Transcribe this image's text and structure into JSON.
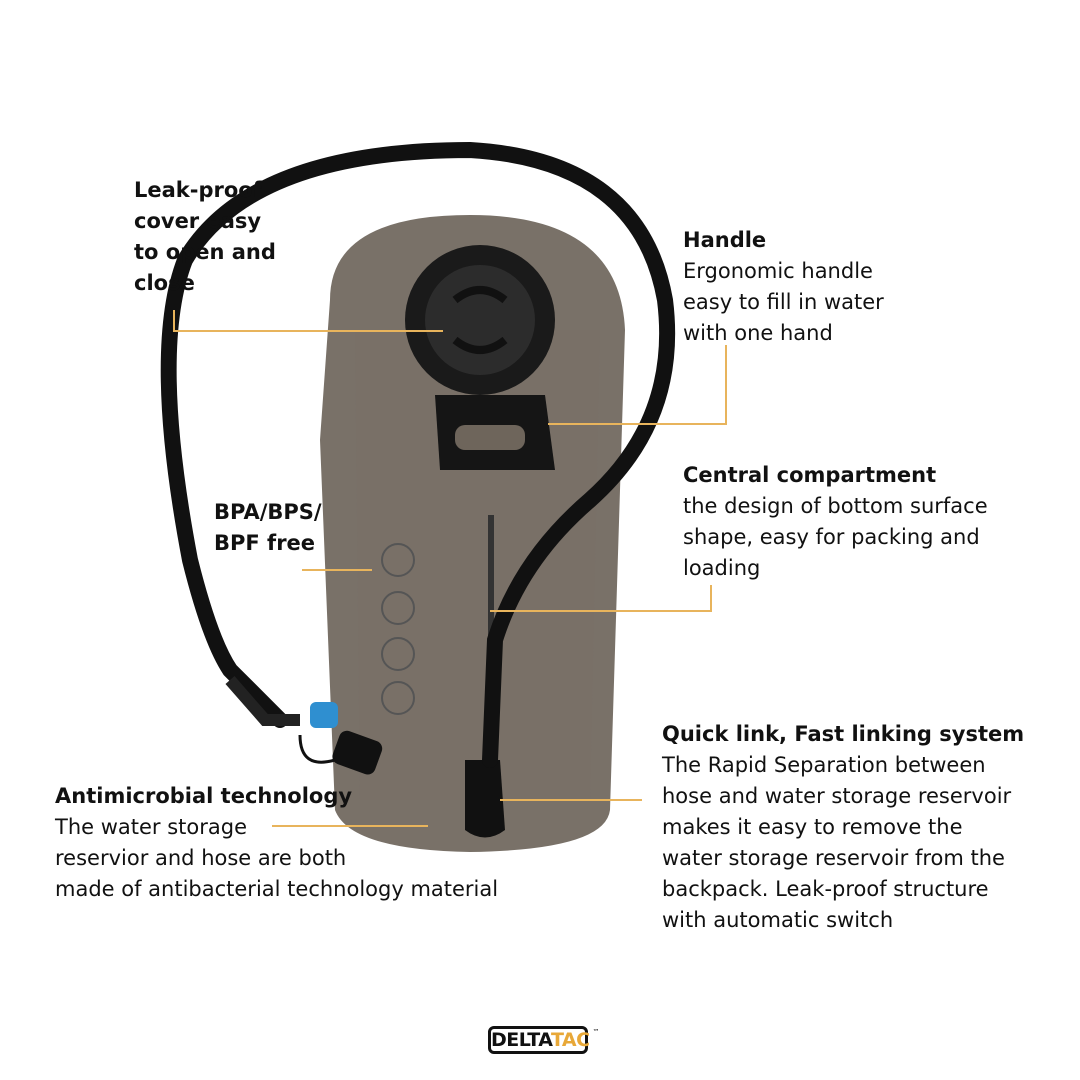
{
  "features": [
    {
      "title": "Leak-proof cover easy to open and close",
      "desc": ""
    },
    {
      "title": "Handle",
      "desc": "Ergonomic handle\neasy to fill in water\nwith one hand"
    },
    {
      "title": "Central compartment",
      "desc": "the design of bottom surface\nshape, easy for packing and\nloading"
    },
    {
      "title": "BPA/BPS/ BPF free",
      "desc": ""
    },
    {
      "title": "Quick link, Fast linking system",
      "desc": "The Rapid Separation between\nhose and water storage reservoir\nmakes it easy to remove the\nwater storage reservoir from the\nbackpack. Leak-proof structure\nwith automatic switch"
    },
    {
      "title": "Antimicrobial technology",
      "desc": "The water storage\nreservior and hose are both\nmade of antibacterial technology material"
    }
  ],
  "brand": {
    "part1": "DELTA",
    "part2": "TAC",
    "tm": "™"
  },
  "colors": {
    "accent": "#e8b45c",
    "reservoir": "#6e655b"
  }
}
